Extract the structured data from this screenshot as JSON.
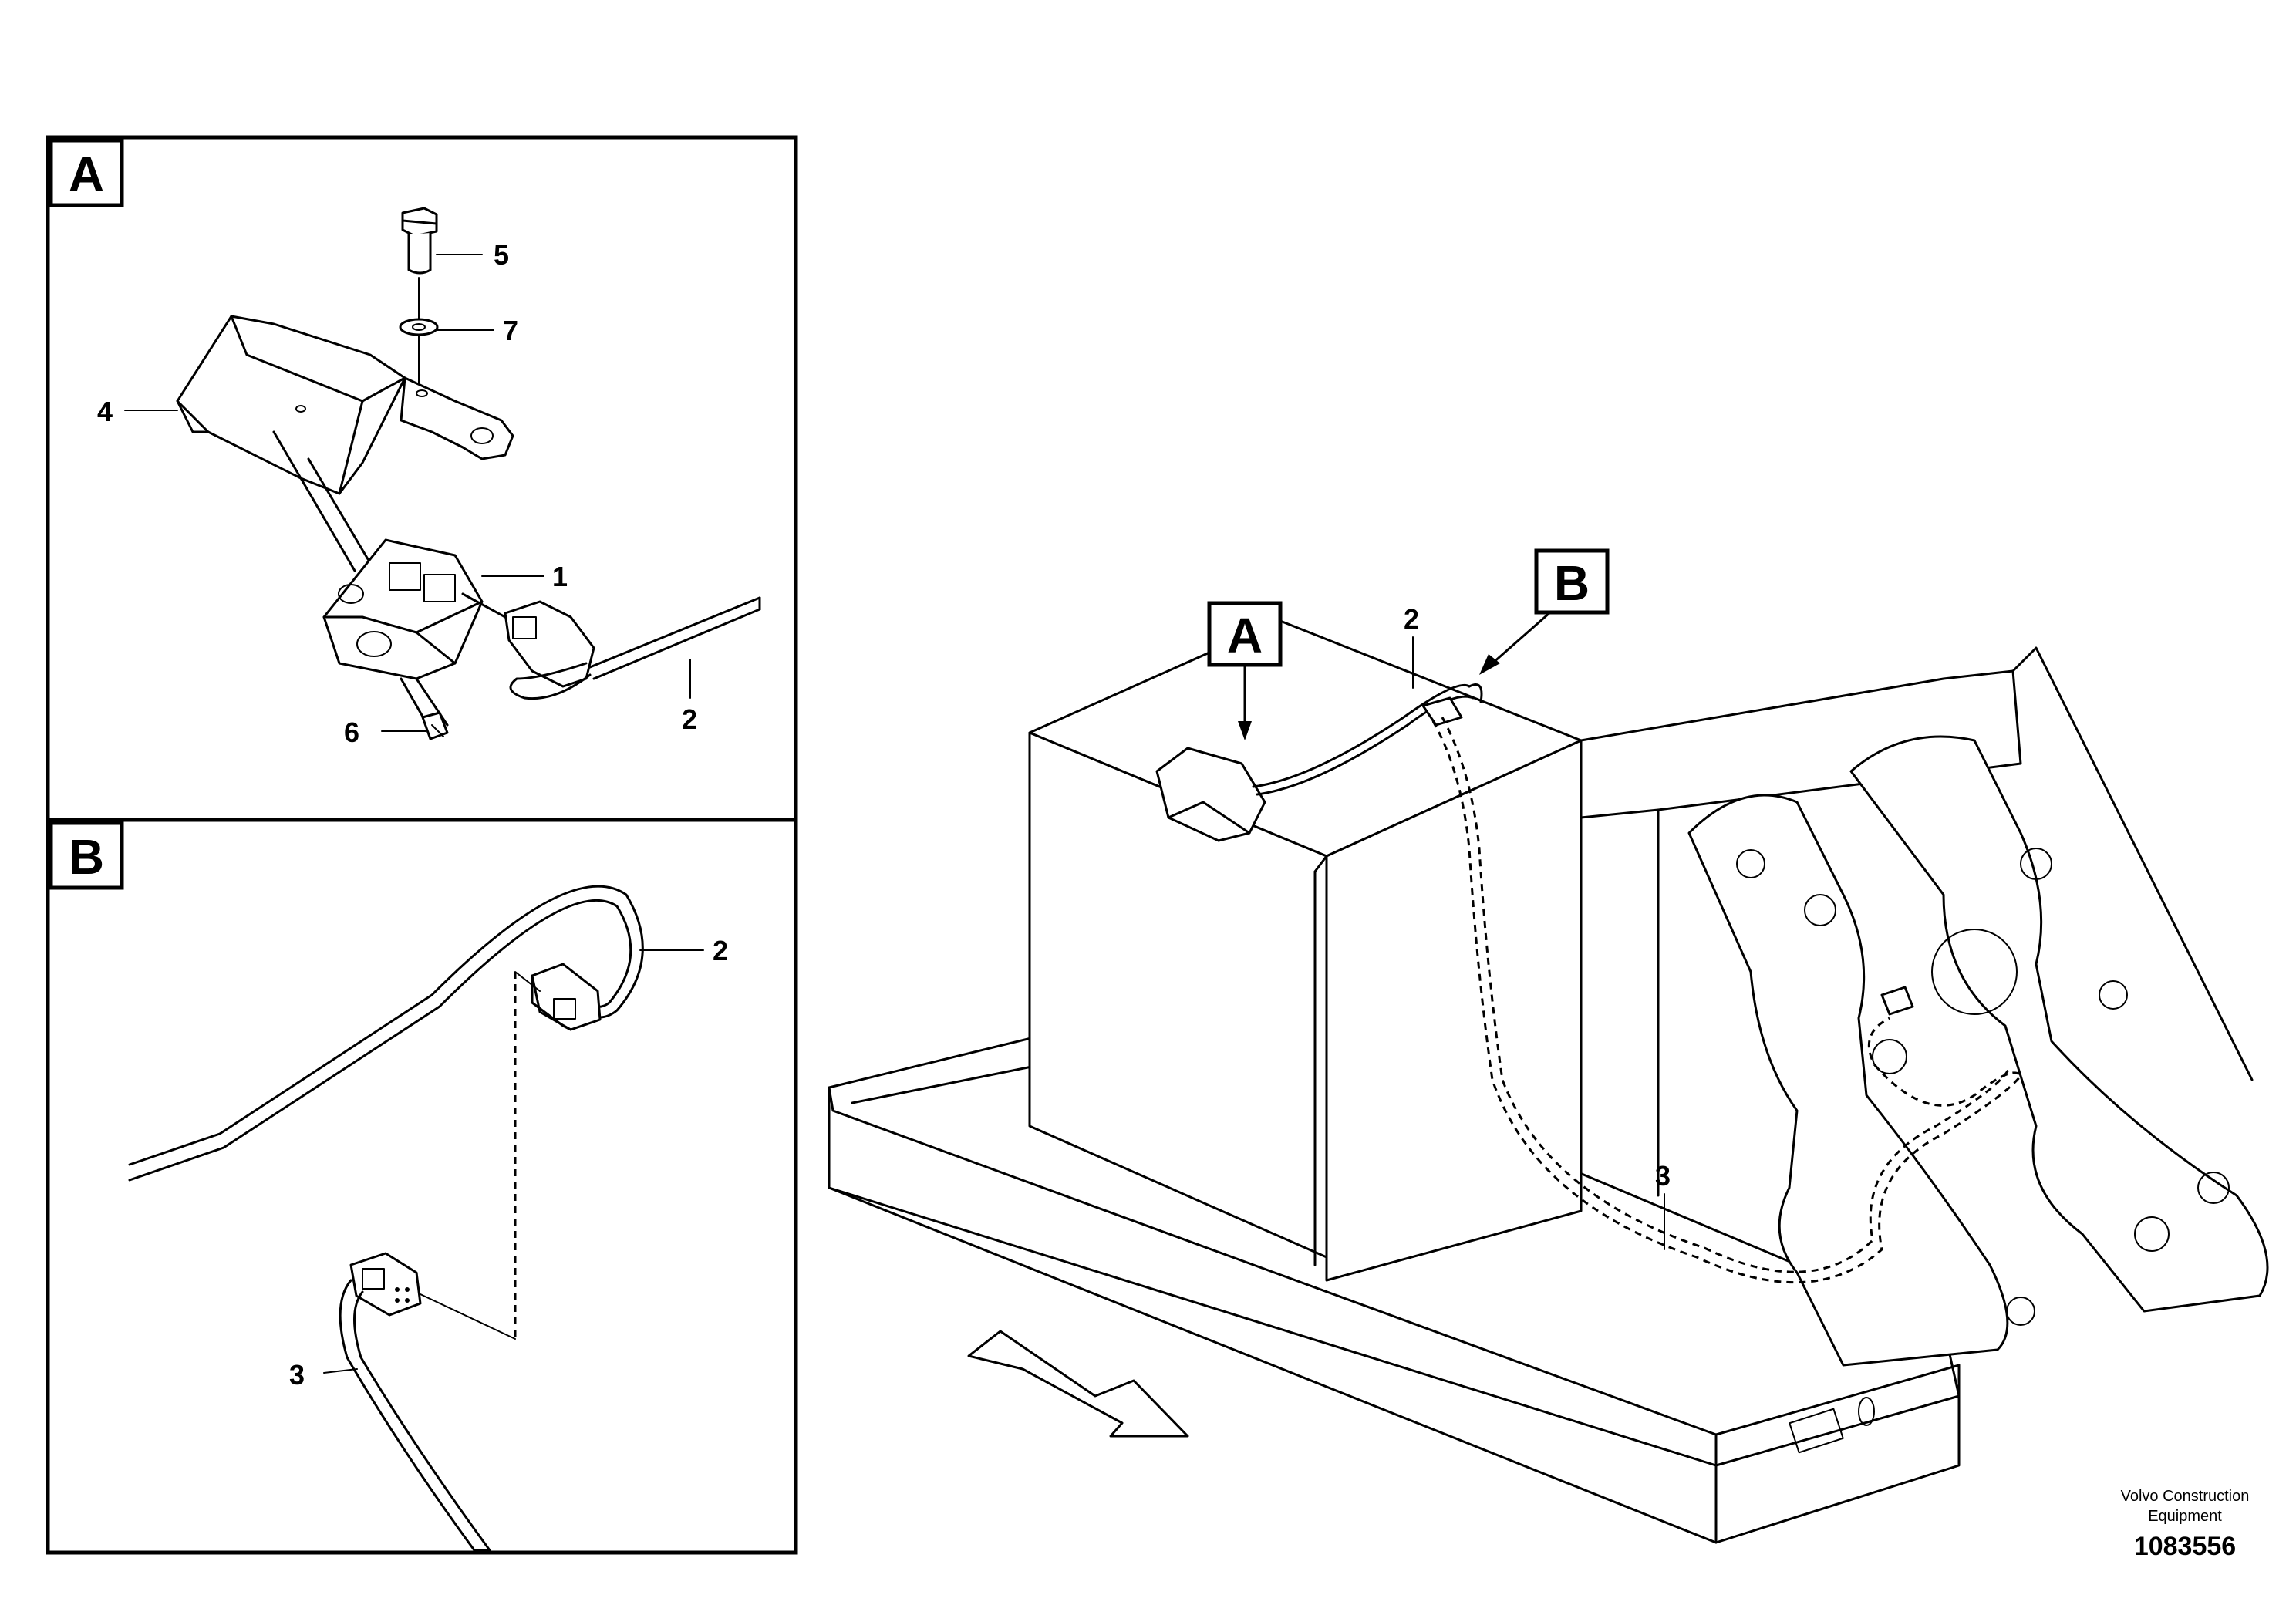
{
  "detail_a": {
    "letter": "A",
    "callouts": {
      "c1": "1",
      "c2": "2",
      "c4": "4",
      "c5": "5",
      "c6": "6",
      "c7": "7"
    }
  },
  "detail_b": {
    "letter": "B",
    "callouts": {
      "c2": "2",
      "c3": "3"
    }
  },
  "main_view": {
    "flag_a": "A",
    "flag_b": "B",
    "callout_2": "2",
    "callout_3": "3"
  },
  "footer": {
    "brand_line1": "Volvo Construction",
    "brand_line2": "Equipment",
    "doc_number": "1083556"
  }
}
